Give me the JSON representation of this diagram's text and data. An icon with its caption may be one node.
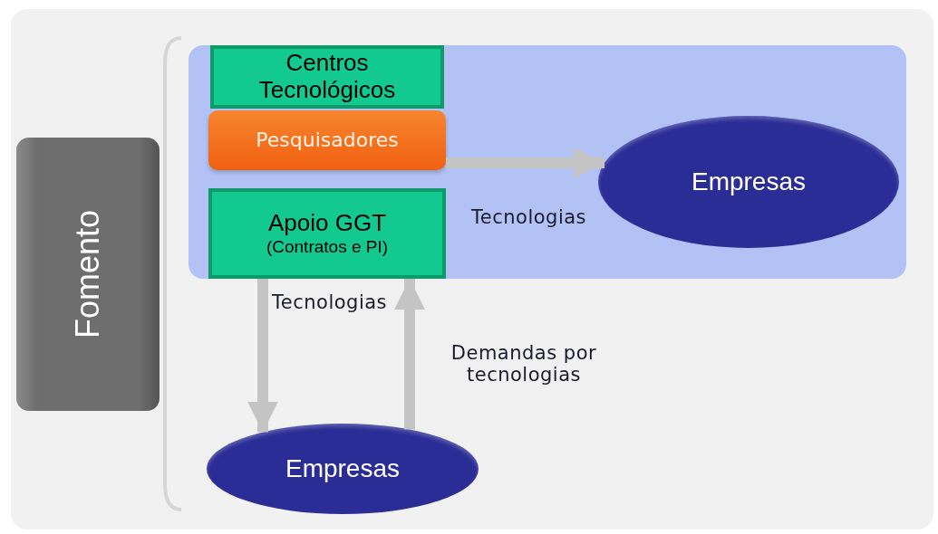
{
  "diagram": {
    "nodes": [
      {
        "text": [
          "Fomento"
        ]
      },
      {
        "text": [],
        "shape": "box"
      },
      {
        "text": [
          "Centros Tecnológicos"
        ],
        "in": 1
      },
      {
        "text": [
          "Pesquisadores"
        ],
        "in": 1
      },
      {
        "text": [
          "Apoio GGT",
          "(Contratos e PI)"
        ],
        "in": 1
      },
      {
        "text": [
          "Empresas"
        ],
        "in": 1
      },
      {
        "text": [
          "Empresas"
        ]
      }
    ],
    "edges": [
      {
        "from": 3,
        "to": 5,
        "arrow": "to",
        "label": "Tecnologias"
      },
      {
        "from": 4,
        "to": 6,
        "arrow": "to",
        "label": "Tecnologias"
      },
      {
        "from": 6,
        "to": 4,
        "arrow": "to",
        "label": "Demandas por tecnologias"
      }
    ]
  }
}
